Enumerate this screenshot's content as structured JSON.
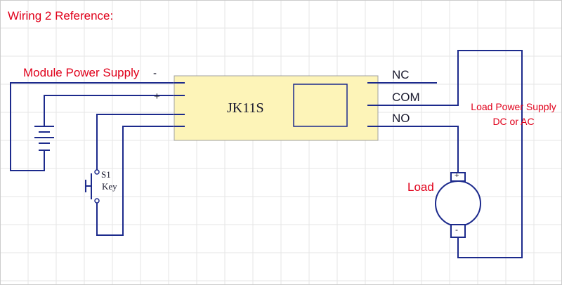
{
  "reference_title": "Wiring 2 Reference:",
  "module_supply": {
    "label": "Module Power Supply",
    "minus_mark": "-",
    "plus_mark": "+"
  },
  "module": {
    "name": "JK11S"
  },
  "terminals": {
    "nc": "NC",
    "com": "COM",
    "no": "NO"
  },
  "switch": {
    "designator": "S1",
    "label": "Key"
  },
  "load_supply": {
    "line1": "Load Power Supply",
    "line2": "DC or AC"
  },
  "load": {
    "label": "Load",
    "plus_mark": "+",
    "minus_mark": "-"
  },
  "colors": {
    "wire": "#1c2a8c",
    "annotation_red": "#e0001a",
    "module_fill": "#fdf4b8",
    "module_border": "#a0a0a0",
    "grid": "#e6e6e6"
  }
}
